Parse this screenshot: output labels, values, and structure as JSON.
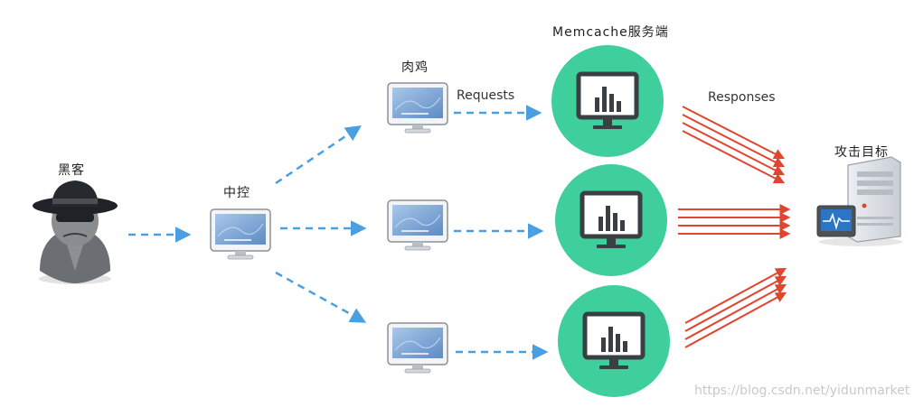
{
  "labels": {
    "hacker": "黑客",
    "controller": "中控",
    "zombie": "肉鸡",
    "memcache": "Memcache服务端",
    "target": "攻击目标",
    "requests": "Requests",
    "responses": "Responses"
  },
  "watermark": "https://blog.csdn.net/yidunmarket",
  "colors": {
    "request_arrow": "#4a9fe0",
    "response_arrow": "#e0452f",
    "server_circle": "#3ecf9c",
    "monitor_frame": "#555a60",
    "screen": "#7fa7d6"
  },
  "icons": [
    "hacker-icon",
    "monitor-icon",
    "memcache-server-icon",
    "target-server-icon"
  ]
}
